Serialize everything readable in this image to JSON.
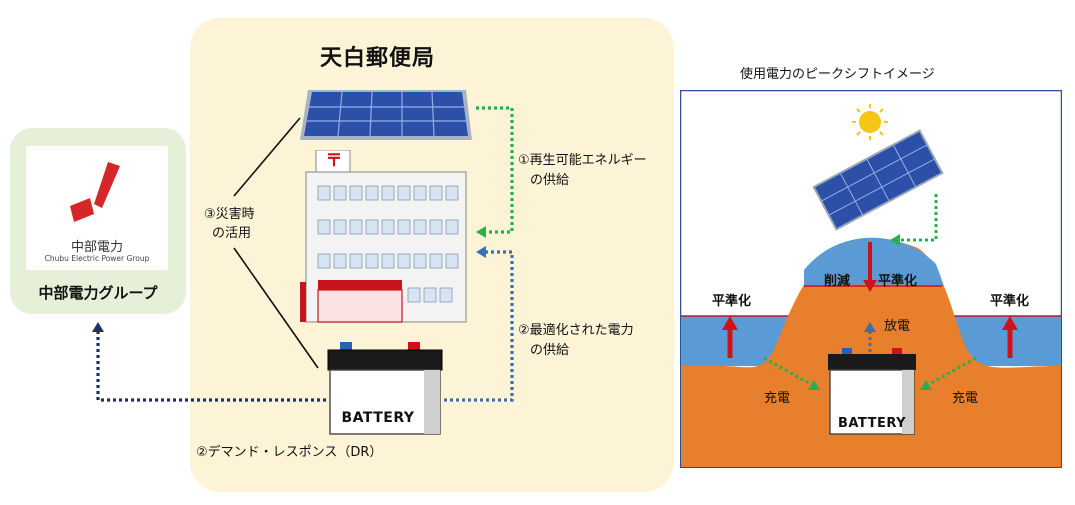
{
  "chubu": {
    "logo_jp": "中部電力",
    "logo_en": "Chubu Electric Power Group",
    "group_label": "中部電力グループ"
  },
  "post_office": {
    "title": "天白郵便局",
    "postal_mark": "〒"
  },
  "labels": {
    "renewable_1": "①再生可能エネルギー",
    "renewable_2": "の供給",
    "disaster_1": "③災害時",
    "disaster_2": "の活用",
    "optimized_1": "②最適化された電力",
    "optimized_2": "の供給",
    "dr": "②デマンド・レスポンス（DR）",
    "battery": "BATTERY"
  },
  "peak_shift": {
    "title": "使用電力のピークシフトイメージ",
    "reduce": "削減",
    "level_center": "平準化",
    "level_left": "平準化",
    "level_right": "平準化",
    "discharge": "放電",
    "charge_left": "充電",
    "charge_right": "充電",
    "battery": "BATTERY"
  },
  "colors": {
    "cream": "#fdf3d6",
    "light_green": "#e6f0d8",
    "chubu_red": "#d62728",
    "dotted_green": "#27b14a",
    "dotted_blue": "#3a6fb3",
    "dotted_navy": "#1f2f6a",
    "sky": "#ffffff",
    "water_blue": "#5b9bd5",
    "mountain_orange": "#e87f2c",
    "arrow_red": "#d0101b"
  }
}
